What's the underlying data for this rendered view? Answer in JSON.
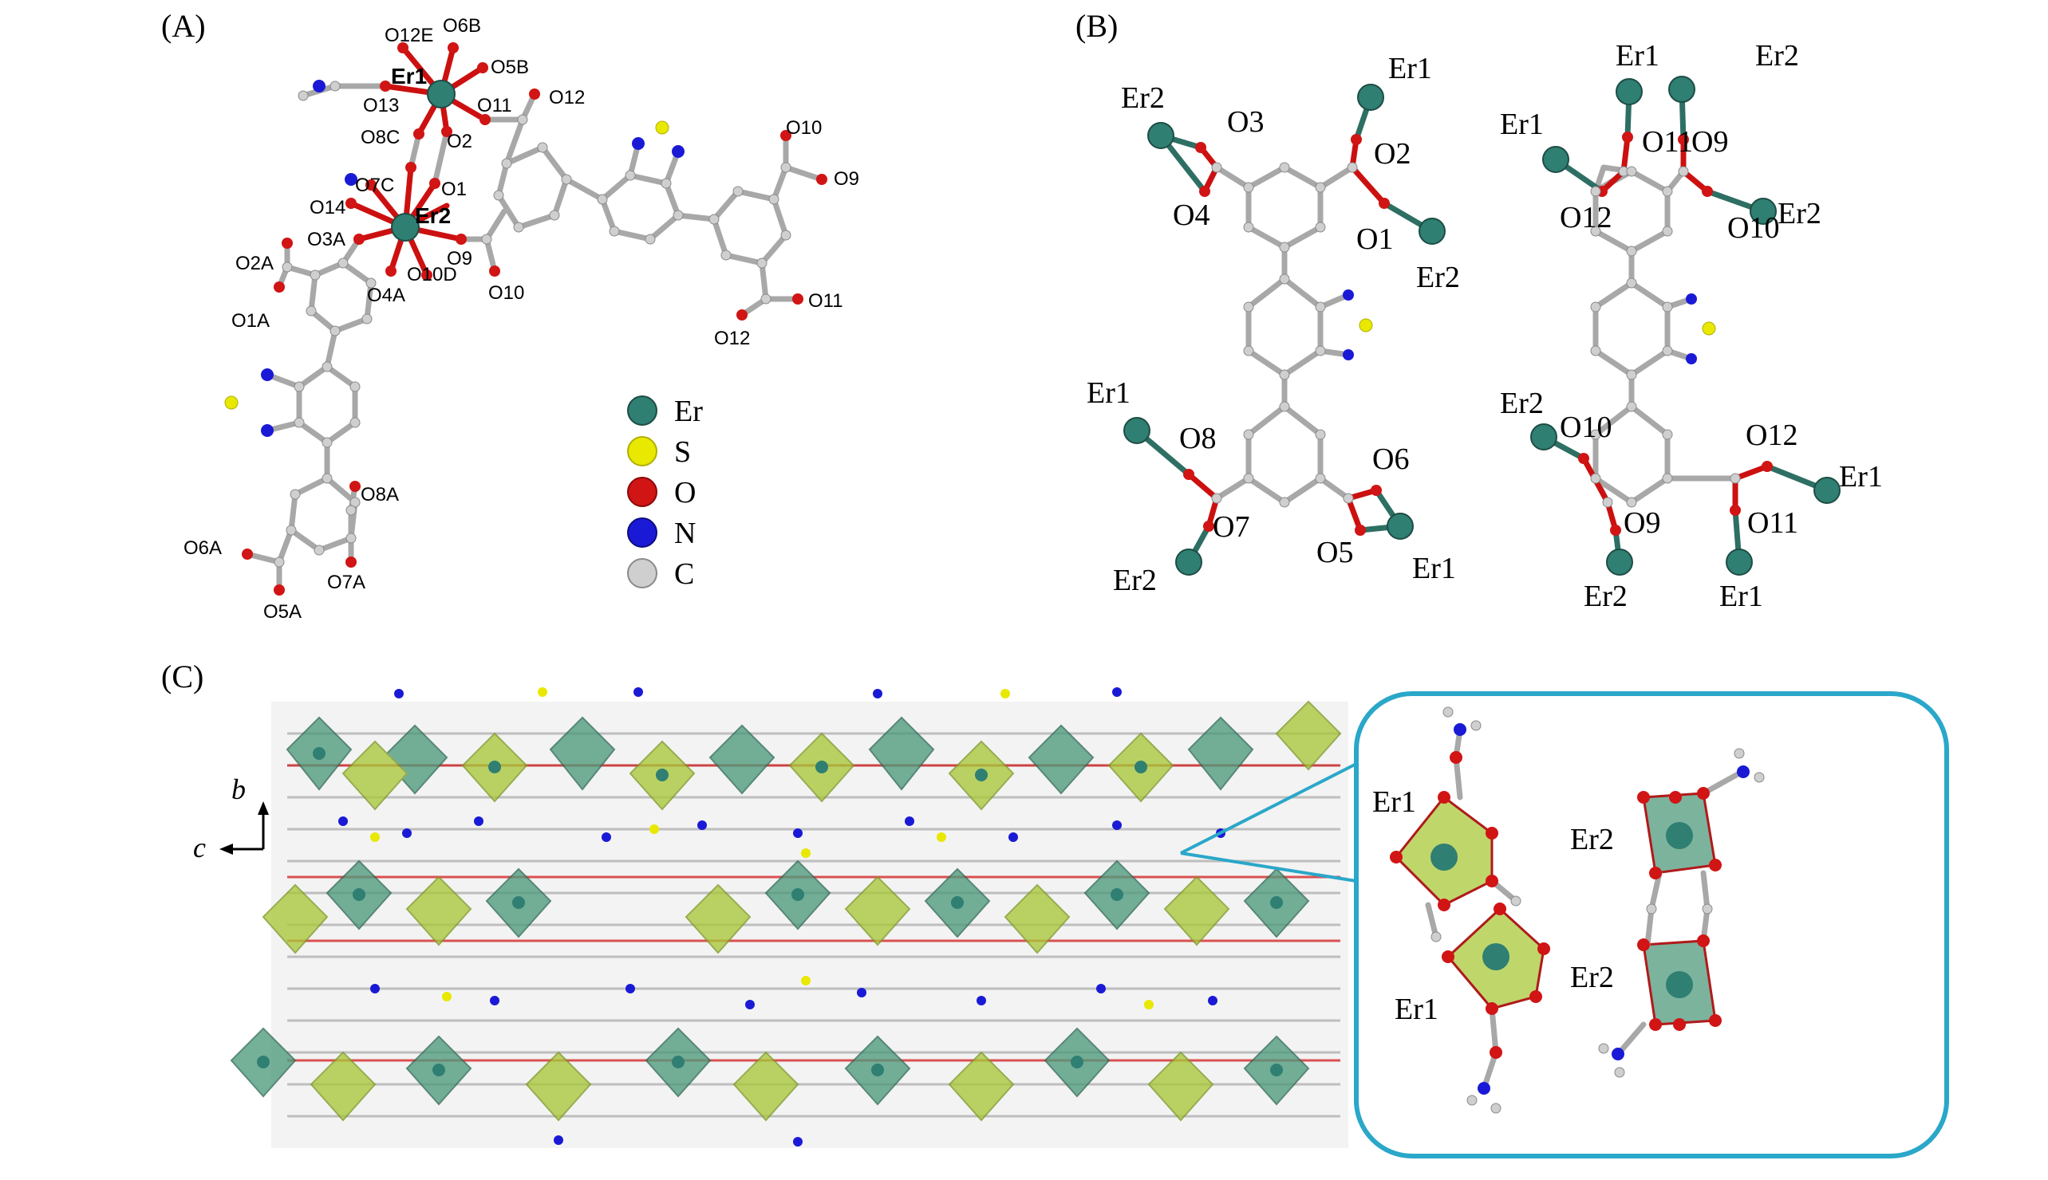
{
  "colors": {
    "er": "#2f7f72",
    "s": "#e8e800",
    "o": "#d11414",
    "n": "#1a1ad6",
    "c": "#cfcfcf",
    "poly_green": "#4f9a7c",
    "poly_yellow": "#a9c83a",
    "inset_border": "#2aa7c9"
  },
  "panels": {
    "a": "(A)",
    "b": "(B)",
    "c": "(C)"
  },
  "panel_a": {
    "labels": [
      "O12E",
      "O6B",
      "Er1",
      "O5B",
      "O13",
      "O11",
      "O12",
      "O8C",
      "O2",
      "O7C",
      "O1",
      "O14",
      "Er2",
      "O3A",
      "O9",
      "O10D",
      "O4A",
      "O10",
      "O2A",
      "O1A",
      "O8A",
      "O6A",
      "O7A",
      "O5A",
      "O10",
      "O9",
      "O11",
      "O12"
    ]
  },
  "legend": {
    "items": [
      {
        "symbol": "Er",
        "color": "#2f7f72"
      },
      {
        "symbol": "S",
        "color": "#e8e800"
      },
      {
        "symbol": "O",
        "color": "#d11414"
      },
      {
        "symbol": "N",
        "color": "#1a1ad6"
      },
      {
        "symbol": "C",
        "color": "#cfcfcf"
      }
    ]
  },
  "panel_b": {
    "left_labels": [
      "Er2",
      "O3",
      "Er1",
      "O2",
      "O4",
      "O1",
      "Er2",
      "Er1",
      "O8",
      "O6",
      "O7",
      "O5",
      "Er2",
      "Er1"
    ],
    "right_labels": [
      "Er1",
      "Er2",
      "Er1",
      "O11",
      "O9",
      "O12",
      "O10",
      "Er2",
      "Er2",
      "O10",
      "O12",
      "Er1",
      "O9",
      "O11",
      "Er2",
      "Er1"
    ]
  },
  "panel_c": {
    "axis_b": "b",
    "axis_c": "c",
    "inset_labels": [
      "Er1",
      "Er1",
      "Er2",
      "Er2"
    ]
  }
}
